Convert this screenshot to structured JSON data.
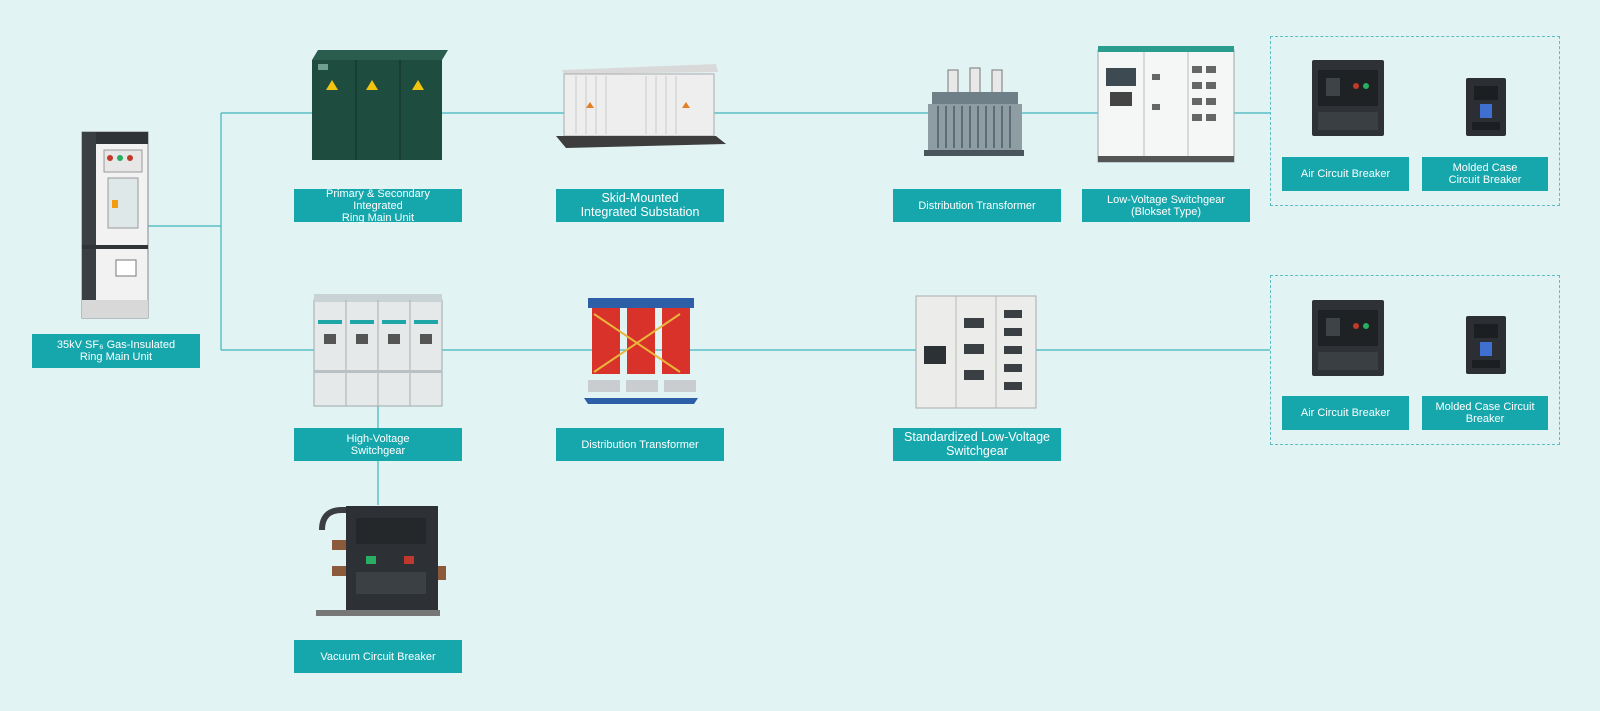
{
  "colors": {
    "background": "#e2f3f4",
    "label_bg": "#16a7ac",
    "label_text": "#ffffff",
    "connector": "#3fb6bd",
    "group_border": "#5dbcc4"
  },
  "nodes": {
    "ring_main_unit_35kv": {
      "line1": "35kV SF₆ Gas-Insulated",
      "line2": "Ring Main Unit",
      "icon": "gas-insulated-switchgear-cabinet"
    },
    "primary_secondary_rmu": {
      "line1": "Primary & Secondary Integrated",
      "line2": "Ring Main Unit",
      "icon": "green-ring-main-unit-enclosure"
    },
    "skid_substation": {
      "line1": "Skid-Mounted",
      "line2": "Integrated Substation",
      "icon": "skid-mounted-substation"
    },
    "distribution_transformer_top": {
      "line1": "Distribution Transformer",
      "line2": "",
      "icon": "oil-immersed-transformer"
    },
    "lv_switchgear_blokset": {
      "line1": "Low-Voltage Switchgear",
      "line2": "(Blokset Type)",
      "icon": "low-voltage-switchgear-cabinet"
    },
    "air_breaker_top": {
      "line1": "Air Circuit Breaker",
      "line2": "",
      "icon": "air-circuit-breaker"
    },
    "molded_breaker_top": {
      "line1": "Molded Case",
      "line2": "Circuit Breaker",
      "icon": "molded-case-circuit-breaker"
    },
    "hv_switchgear": {
      "line1": "High-Voltage",
      "line2": "Switchgear",
      "icon": "high-voltage-switchgear-cabinets"
    },
    "distribution_transformer_bottom": {
      "line1": "Distribution Transformer",
      "line2": "",
      "icon": "dry-type-transformer"
    },
    "standard_lv_switchgear": {
      "line1": "Standardized Low-Voltage",
      "line2": "Switchgear",
      "icon": "standard-low-voltage-switchgear"
    },
    "air_breaker_bottom": {
      "line1": "Air Circuit Breaker",
      "line2": "",
      "icon": "air-circuit-breaker"
    },
    "molded_breaker_bottom": {
      "line1": "Molded Case Circuit",
      "line2": "Breaker",
      "icon": "molded-case-circuit-breaker"
    },
    "vacuum_breaker": {
      "line1": "Vacuum Circuit Breaker",
      "line2": "",
      "icon": "vacuum-circuit-breaker"
    }
  }
}
